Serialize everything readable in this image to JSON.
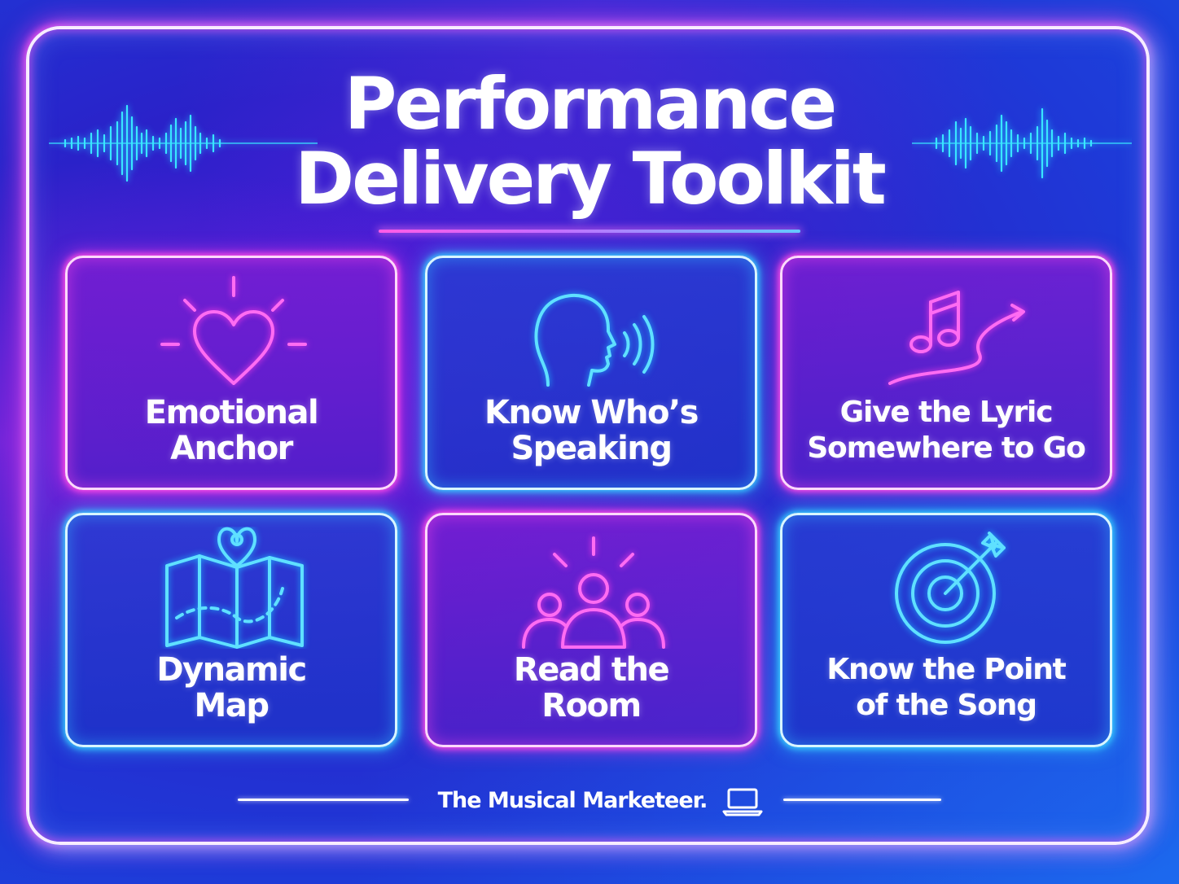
{
  "title": {
    "line1": "Performance",
    "line2": "Delivery Toolkit"
  },
  "cards": [
    {
      "line1": "Emotional",
      "line2": "Anchor",
      "icon": "heart-icon",
      "style": "pink"
    },
    {
      "line1": "Know Who’s",
      "line2": "Speaking",
      "icon": "speaking-head-icon",
      "style": "blue"
    },
    {
      "line1": "Give the Lyric",
      "line2": "Somewhere to Go",
      "icon": "music-note-path-icon",
      "style": "pink"
    },
    {
      "line1": "Dynamic",
      "line2": "Map",
      "icon": "map-pin-icon",
      "style": "blue"
    },
    {
      "line1": "Read the",
      "line2": "Room",
      "icon": "audience-icon",
      "style": "pink"
    },
    {
      "line1": "Know the Point",
      "line2": "of the Song",
      "icon": "target-icon",
      "style": "blue"
    }
  ],
  "footer": {
    "brand": "The Musical Marketeer.",
    "icon": "laptop-icon"
  },
  "colors": {
    "neon_pink": "#ff4ce8",
    "neon_blue": "#38cfff",
    "background": "#2a22c9",
    "text": "#ffffff"
  }
}
